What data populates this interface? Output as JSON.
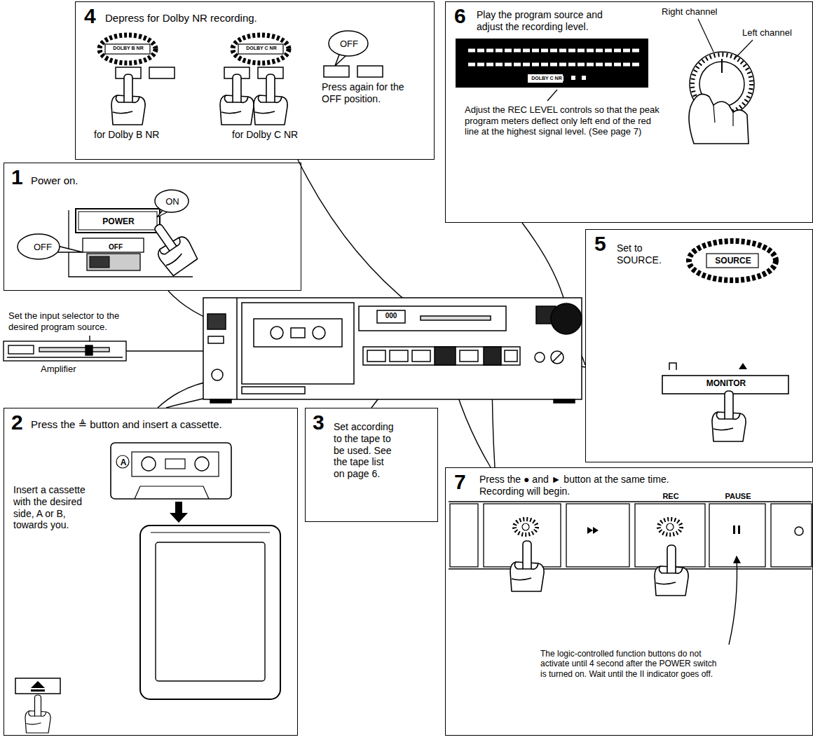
{
  "diagram": {
    "nodes": [
      {
        "text": [
          "4",
          "Depress for Dolby NR recording.",
          "DOLBY B NR",
          "DOLBY C NR",
          "OFF",
          "for Dolby B NR",
          "for Dolby C NR",
          "Press again for the OFF position."
        ]
      },
      {
        "text": [
          "6",
          "Play the program source and adjust the recording level.",
          "DOLBY C NR",
          "Adjust the REC LEVEL controls so that the peak program meters deflect only left end of the red line at the highest signal level. (See page 7)",
          "Right channel",
          "Left channel"
        ]
      },
      {
        "text": [
          "1",
          "Power on.",
          "ON",
          "POWER",
          "OFF",
          "OFF"
        ]
      },
      {
        "text": [
          "5",
          "Set to SOURCE.",
          "SOURCE",
          "MONITOR"
        ]
      },
      {
        "text": [
          "2",
          "Press the ≜ button and insert a cassette.",
          "Insert a cassette with the desired side, A or B, towards you.",
          "A"
        ]
      },
      {
        "text": [
          "3",
          "Set according to the tape to be used. See the tape list on page 6."
        ]
      },
      {
        "text": [
          "7",
          "Press the ● and ► button at the same time. Recording will begin.",
          "REC",
          "PAUSE",
          "The logic-controlled function buttons do not activate until 4 second after the POWER switch is turned on. Wait until the II indicator goes off."
        ]
      }
    ],
    "labels": [
      "Set the input selector to the desired program source.",
      "Amplifier",
      "000"
    ]
  }
}
